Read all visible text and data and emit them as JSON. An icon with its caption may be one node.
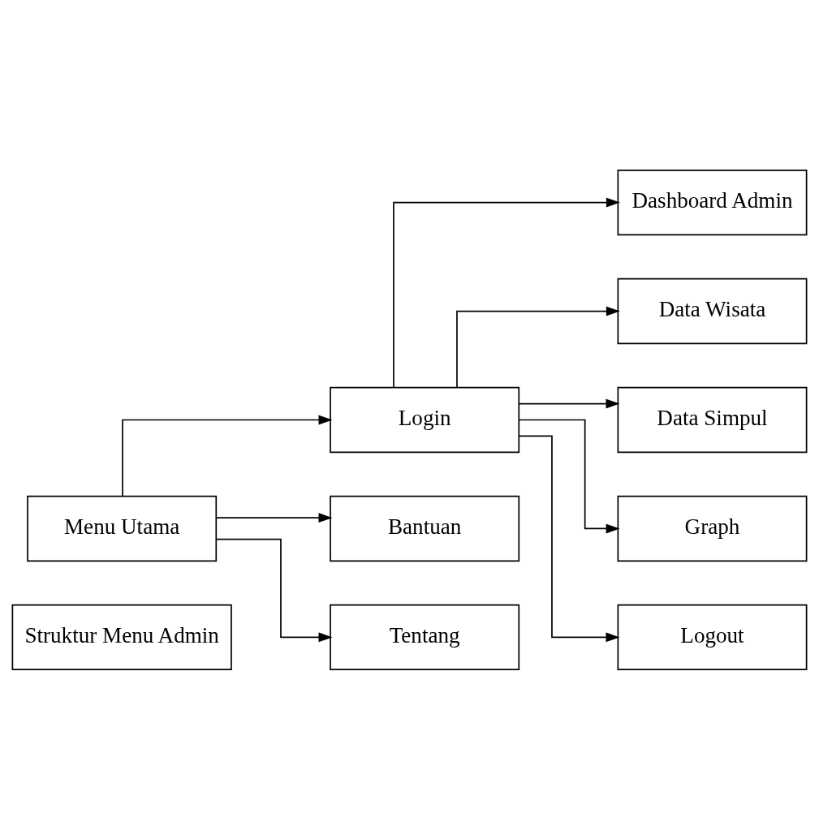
{
  "diagram": {
    "nodes": [
      {
        "text": [
          "Struktur Menu Admin"
        ]
      },
      {
        "text": [
          "Login"
        ]
      },
      {
        "text": [
          "Dashboard Admin"
        ]
      },
      {
        "text": [
          "Data Wisata"
        ]
      },
      {
        "text": [
          "Data Simpul"
        ]
      },
      {
        "text": [
          "Graph"
        ]
      },
      {
        "text": [
          "Logout"
        ]
      },
      {
        "text": [
          "Menu Utama"
        ]
      },
      {
        "text": [
          "Bantuan"
        ]
      },
      {
        "text": [
          "Tentang"
        ]
      }
    ],
    "edges": [
      {
        "from": 7,
        "to": 1,
        "arrow": "to"
      },
      {
        "from": 1,
        "to": 2,
        "arrow": "to"
      },
      {
        "from": 1,
        "to": 3,
        "arrow": "to"
      },
      {
        "from": 1,
        "to": 4,
        "arrow": "to"
      },
      {
        "from": 1,
        "to": 5,
        "arrow": "to"
      },
      {
        "from": 1,
        "to": 6,
        "arrow": "to"
      },
      {
        "from": 7,
        "to": 8,
        "arrow": "to"
      },
      {
        "from": 7,
        "to": 9,
        "arrow": "to"
      }
    ]
  }
}
